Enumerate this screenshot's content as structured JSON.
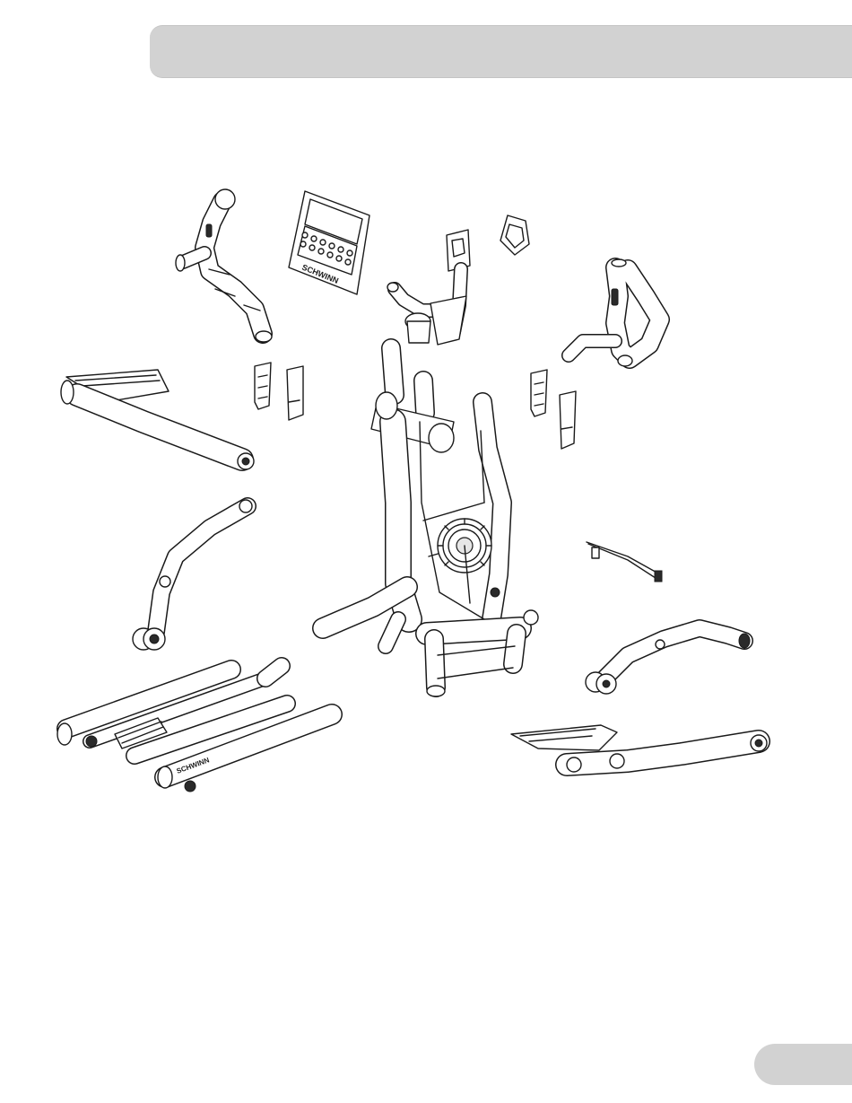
{
  "header": {
    "title": ""
  },
  "page": {
    "number": ""
  },
  "brand": {
    "console_logo": "SCHWINN",
    "rail_logo": "SCHWINN"
  },
  "colors": {
    "line": "#1a1a1a",
    "tab_gray": "#d2d2d2",
    "background": "#ffffff"
  },
  "parts": [
    "left-upper-handlebar",
    "console",
    "console-mast",
    "console-bracket",
    "right-upper-handlebar",
    "left-lower-arm",
    "left-shroud-cover-a",
    "left-shroud-cover-b",
    "main-frame",
    "right-shroud-cover-a",
    "right-shroud-cover-b",
    "power-cord",
    "left-leg-link",
    "right-leg-link",
    "stabilizer-rail-assembly",
    "right-lower-arm"
  ]
}
